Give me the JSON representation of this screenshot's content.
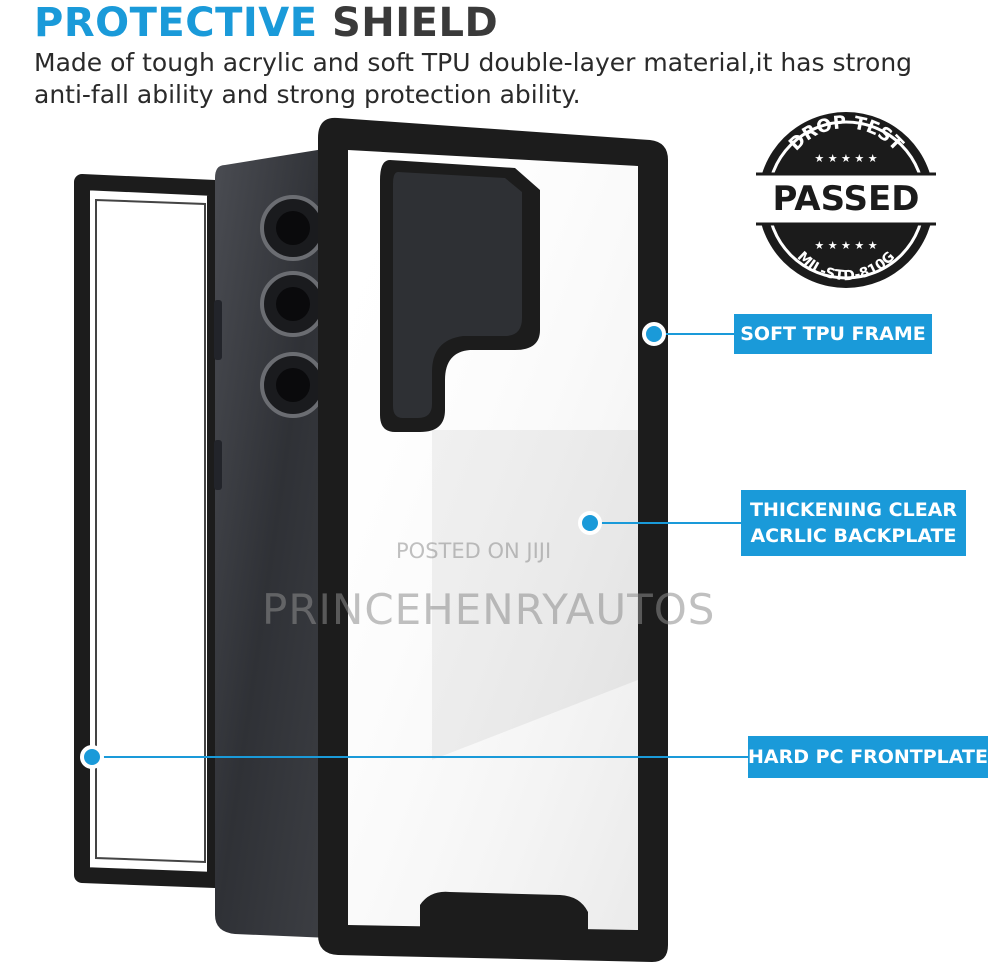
{
  "heading": {
    "word1": "PROTECTIVE",
    "word2": "SHIELD"
  },
  "description": {
    "line1": "Made of tough acrylic and soft TPU double-layer material,it has strong",
    "line2": "anti-fall ability and strong protection ability."
  },
  "badge": {
    "top": "DROP TEST",
    "main": "PASSED",
    "bottom": "MIL-STD-810G",
    "stars": "★ ★ ★ ★ ★"
  },
  "callouts": [
    {
      "lines": [
        "SOFT TPU FRAME"
      ]
    },
    {
      "lines": [
        "THICKENING CLEAR",
        "ACRLIC BACKPLATE"
      ]
    },
    {
      "lines": [
        "HARD PC FRONTPLATE"
      ]
    }
  ],
  "watermark": {
    "line1": "POSTED ON JIJI",
    "line2": "PRINCEHENRYAUTOS"
  },
  "colors": {
    "accent": "#1a9ad9",
    "frame": "#1c1c1c",
    "phone": "#3b3d42"
  }
}
